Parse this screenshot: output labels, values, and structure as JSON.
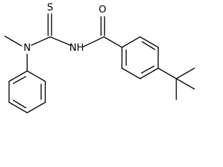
{
  "molecule": {
    "atoms": {
      "sulfur": "S",
      "oxygen": "O",
      "amine_nitrogen": "N",
      "amide_nitrogen": "NH"
    }
  }
}
